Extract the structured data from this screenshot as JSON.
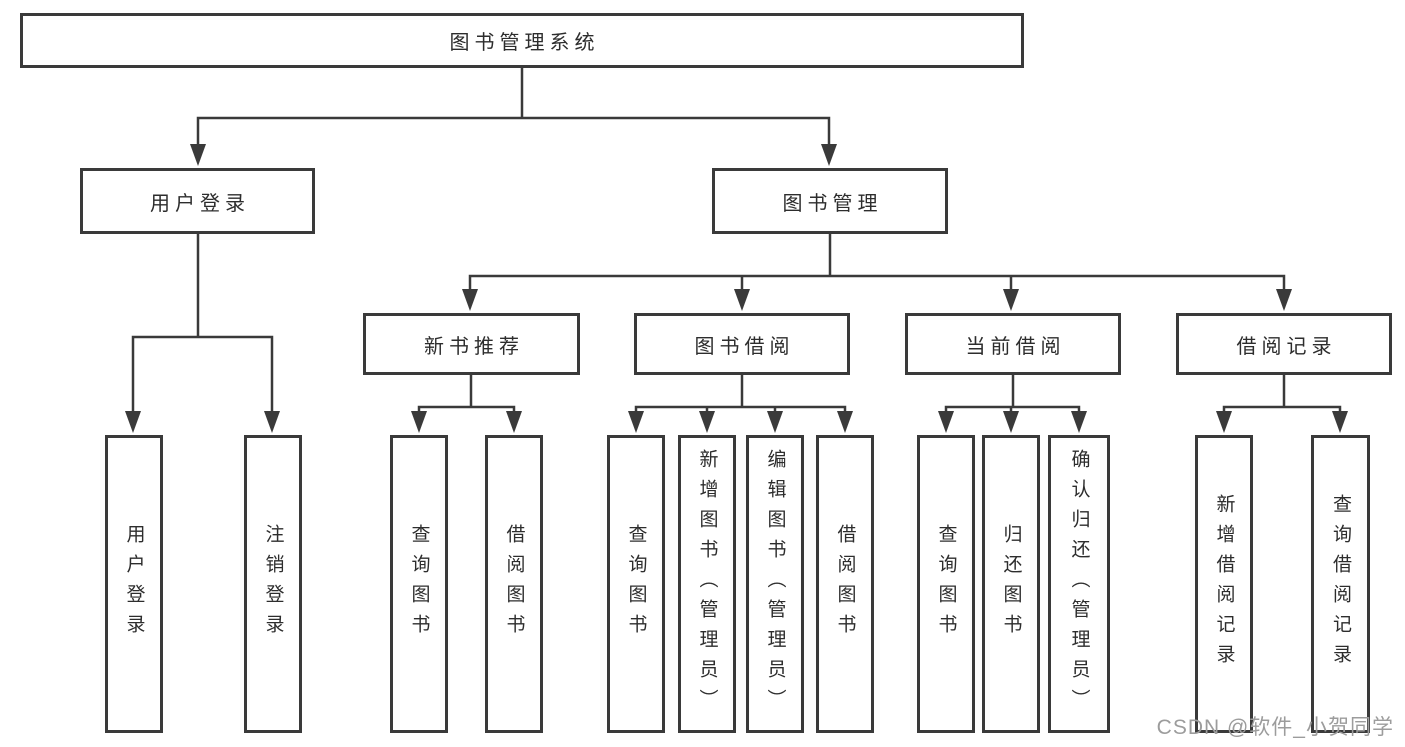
{
  "diagram": {
    "title": "图书管理系统",
    "root": "图书管理系统",
    "level2": [
      "用户登录",
      "图书管理"
    ],
    "level3": [
      "新书推荐",
      "图书借阅",
      "当前借阅",
      "借阅记录"
    ],
    "leaves": {
      "user_login": [
        "用户登录",
        "注销登录"
      ],
      "new_book_recommend": [
        "查询图书",
        "借阅图书"
      ],
      "book_borrow": [
        "查询图书",
        "新增图书（管理员）",
        "编辑图书（管理员）",
        "借阅图书"
      ],
      "current_borrow": [
        "查询图书",
        "归还图书",
        "确认归还（管理员）"
      ],
      "borrow_record": [
        "新增借阅记录",
        "查询借阅记录"
      ]
    }
  },
  "watermark": "CSDN @软件_小贺同学",
  "colors": {
    "line": "#3a3a3a",
    "text": "#2d2d2d",
    "watermark": "#9c9c9c",
    "background": "#ffffff"
  }
}
